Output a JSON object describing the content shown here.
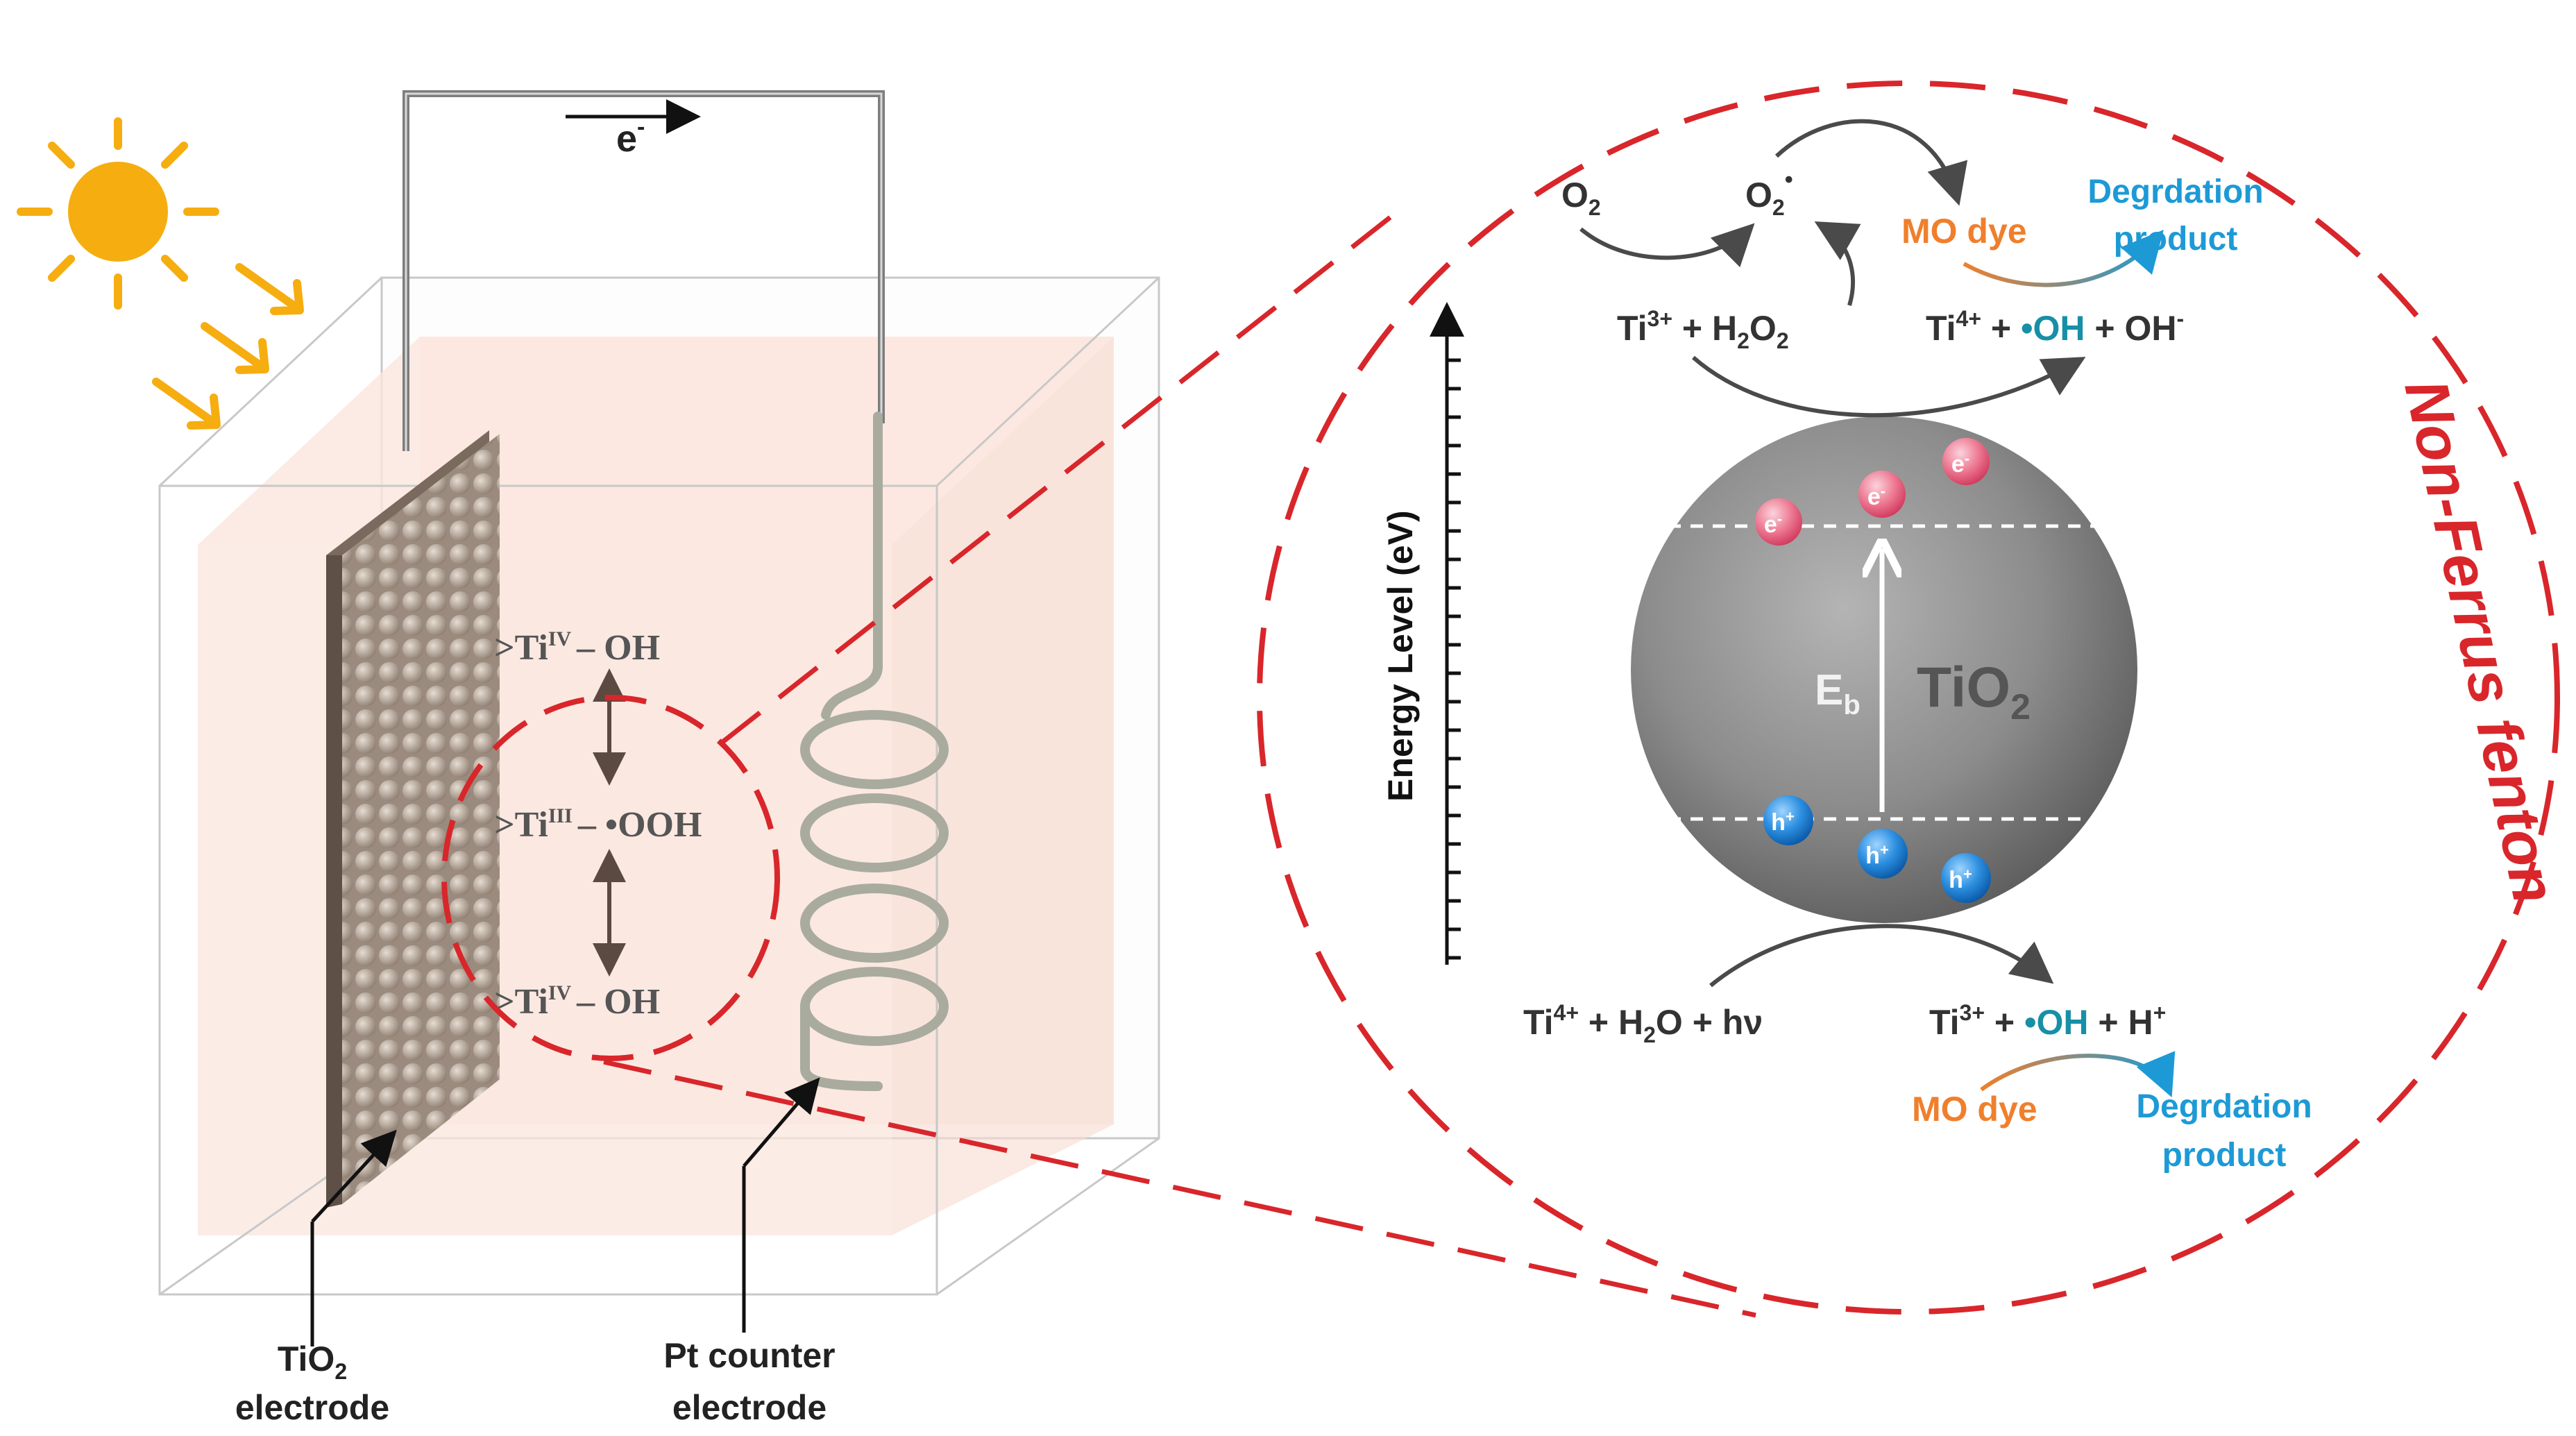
{
  "circuit": {
    "electron": "e",
    "electron_charge": "-"
  },
  "left_labels": {
    "tio2_electrode": {
      "line1_main": "TiO",
      "line1_sub": "2",
      "line2": "electrode"
    },
    "pt_electrode": {
      "line1": "Pt counter",
      "line2": "electrode"
    }
  },
  "surface_species": {
    "top": {
      "prefix": ">Ti",
      "ox": "IV",
      "suffix": "– OH"
    },
    "middle": {
      "prefix": ">Ti",
      "ox": "III",
      "suffix": "– •OOH"
    },
    "bottom": {
      "prefix": ">Ti",
      "ox": "IV",
      "suffix": "– OH"
    }
  },
  "mechanism": {
    "title": "Non-Ferrus fenton",
    "axis_label": "Energy Level (eV)",
    "o2": {
      "main": "O",
      "sub": "2"
    },
    "o2_radical": {
      "main": "O",
      "sub": "2",
      "sup": "•"
    },
    "mo_dye_top": "MO dye",
    "degradation_top": {
      "line1": "Degrdation",
      "line2": "product"
    },
    "top_left_eq": {
      "ti": "Ti",
      "charge": "3+",
      "plus": " + H",
      "sub": "2",
      "o": "O",
      "sub2": "2"
    },
    "top_right_eq": {
      "ti": "Ti",
      "charge": "4+",
      "plus": " + ",
      "oh_radical": "•OH",
      "rest": " + OH",
      "charge2": "-"
    },
    "tio2_label": {
      "main": "TiO",
      "sub": "2"
    },
    "band_gap": {
      "main": "E",
      "sub": "b"
    },
    "electron": {
      "main": "e",
      "charge": "-"
    },
    "hole": {
      "main": "h",
      "charge": "+"
    },
    "bottom_left_eq": {
      "ti": "Ti",
      "charge": "4+",
      "rest": " + H",
      "sub": "2",
      "rest2": "O + hν"
    },
    "bottom_right_eq": {
      "ti": "Ti",
      "charge": "3+",
      "plus": " + ",
      "oh_radical": "•OH",
      "rest": " + H",
      "charge2": "+"
    },
    "mo_dye_bottom": "MO dye",
    "degradation_bottom": {
      "line1": "Degrdation",
      "line2": "product"
    }
  },
  "colors": {
    "sun": "#f6ad10",
    "dashed_red": "#d8262b",
    "arrow_dark": "#4a4a4a",
    "mo_dye": "#f07f2c",
    "degradation": "#1d9ad6",
    "radical_teal": "#178fa6",
    "electron_pink": "#e84a6e",
    "hole_blue": "#1479c9",
    "sphere_gray": "#8a8a8a",
    "solution": "#fbe6dd",
    "electrode": "#a39486"
  }
}
